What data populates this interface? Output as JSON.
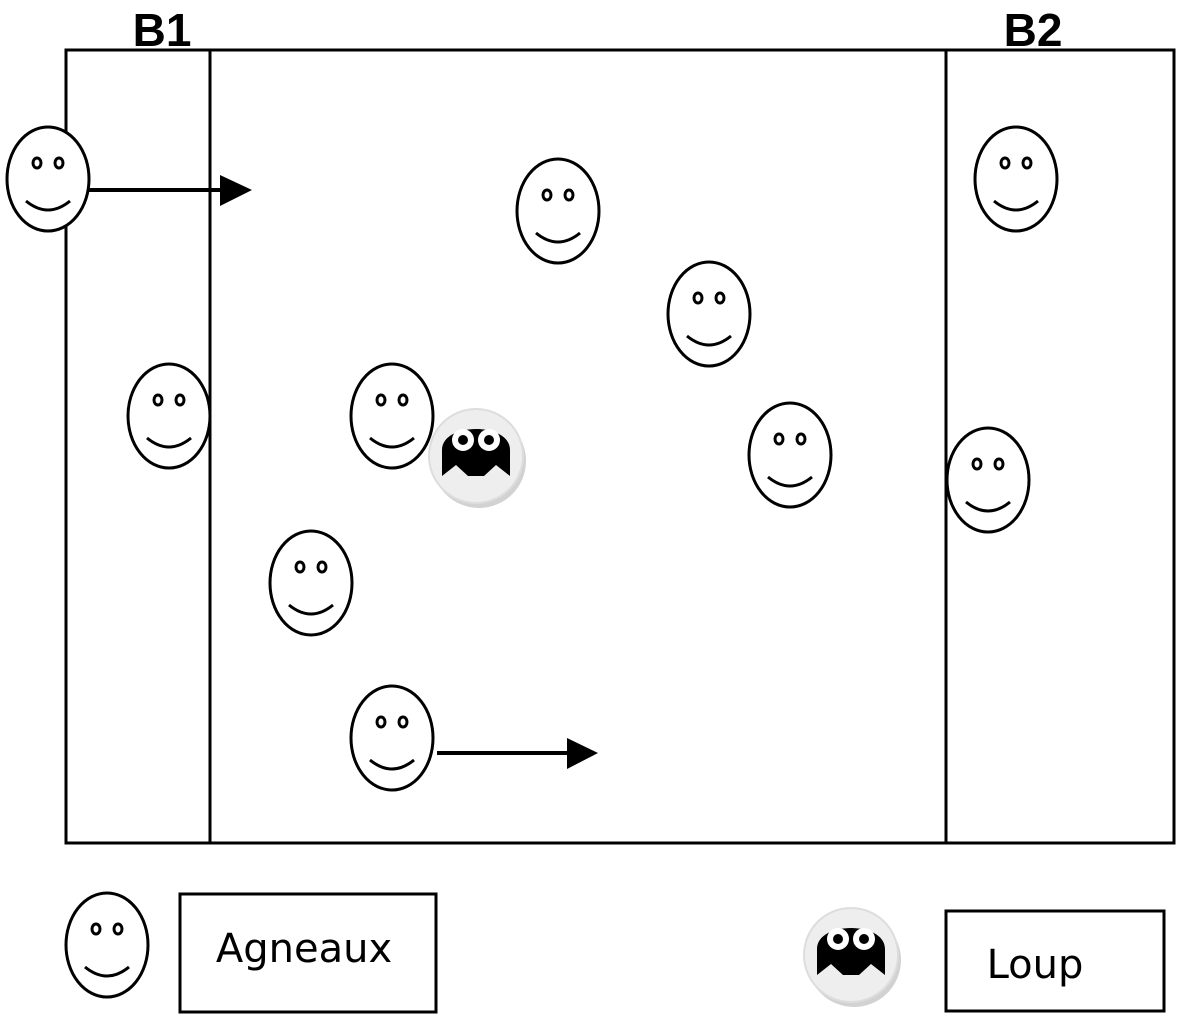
{
  "zones": {
    "b1_label": "B1",
    "b2_label": "B2"
  },
  "legend": {
    "lamb_label": "Agneaux",
    "wolf_label": "Loup"
  },
  "icons": {
    "lamb": "smiley-face-icon",
    "wolf": "wolf-face-icon"
  },
  "colors": {
    "stroke": "#000000",
    "background": "#ffffff",
    "wolf_face": "#000000",
    "wolf_token": "#eeeeee"
  }
}
